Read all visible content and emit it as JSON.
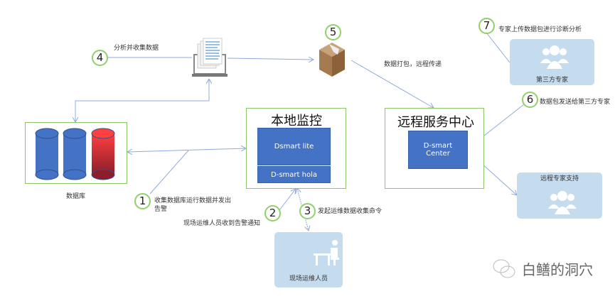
{
  "steps": {
    "s1": {
      "num": "1",
      "text": "收集数据库运行数据并发出",
      "text2": "告警"
    },
    "s2": {
      "num": "2",
      "text": "现场运维人员收到告警通知"
    },
    "s3": {
      "num": "3",
      "text": "发起运维数据收集命令"
    },
    "s4": {
      "num": "4",
      "text": "分析并收集数据"
    },
    "s5": {
      "num": "5",
      "text": "数据打包，远程传递"
    },
    "s6": {
      "num": "6",
      "text": "数据包发送给第三方专家"
    },
    "s7": {
      "num": "7",
      "text": "专家上传数据包进行诊断分析"
    }
  },
  "database": {
    "label": "数据库"
  },
  "local_monitor": {
    "title": "本地监控",
    "module1": "Dsmart lite",
    "module2": "D-smart hola"
  },
  "remote_center": {
    "title": "远程服务中心",
    "module_line1": "D-smart",
    "module_line2": "Center"
  },
  "third_party_expert": {
    "label": "第三方专家"
  },
  "remote_expert_support": {
    "label": "远程专家支持"
  },
  "field_staff": {
    "label": "现场运维人员"
  },
  "watermark": {
    "text": "白鳝的洞穴"
  },
  "colors": {
    "frame": "#8cc56a",
    "module": "#4472c4",
    "card": "#c5dcef",
    "line": "#8eaadb"
  }
}
